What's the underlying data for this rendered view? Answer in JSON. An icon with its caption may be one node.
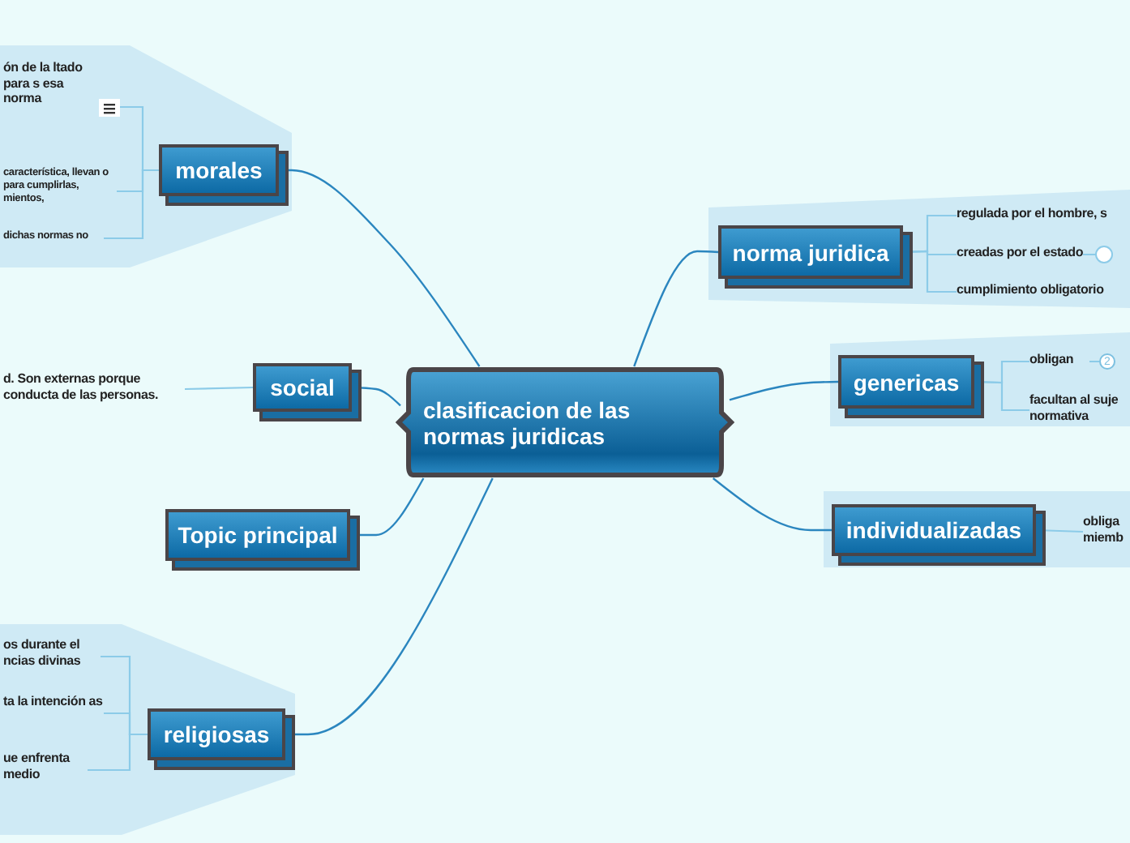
{
  "diagram": {
    "nodes": [
      {
        "text": [
          "clasificacion de las normas juridicas"
        ]
      },
      {
        "text": [
          "morales"
        ]
      },
      {
        "text": [
          "social"
        ]
      },
      {
        "text": [
          "Topic principal"
        ]
      },
      {
        "text": [
          "religiosas"
        ]
      },
      {
        "text": [
          "norma juridica"
        ]
      },
      {
        "text": [
          "genericas"
        ]
      },
      {
        "text": [
          "individualizadas"
        ]
      },
      {
        "text": [
          "ón de la ltado para s esa norma"
        ]
      },
      {
        "text": [
          "característica, llevan o para cumplirlas, mientos,"
        ]
      },
      {
        "text": [
          "dichas normas no"
        ]
      },
      {
        "text": [
          "d. Son externas porque conducta de las personas."
        ]
      },
      {
        "text": [
          "os durante el ncias divinas"
        ]
      },
      {
        "text": [
          "ta la intención as"
        ]
      },
      {
        "text": [
          "ue enfrenta medio"
        ]
      },
      {
        "text": [
          "regulada por el hombre, s"
        ]
      },
      {
        "text": [
          "creadas por el estado"
        ]
      },
      {
        "text": [
          "cumplimiento obligatorio"
        ]
      },
      {
        "text": [
          "obligan"
        ]
      },
      {
        "text": [
          "facultan al suje normativa"
        ]
      },
      {
        "text": [
          "obliga miemb"
        ]
      }
    ],
    "edges": [
      {
        "from": 0,
        "to": 1,
        "arrow": "none",
        "color": "#2b86bf"
      },
      {
        "from": 0,
        "to": 2,
        "arrow": "none",
        "color": "#2b86bf"
      },
      {
        "from": 0,
        "to": 3,
        "arrow": "none",
        "color": "#2b86bf"
      },
      {
        "from": 0,
        "to": 4,
        "arrow": "none",
        "color": "#2b86bf"
      },
      {
        "from": 0,
        "to": 5,
        "arrow": "none",
        "color": "#2b86bf"
      },
      {
        "from": 0,
        "to": 6,
        "arrow": "none",
        "color": "#2b86bf"
      },
      {
        "from": 0,
        "to": 7,
        "arrow": "none",
        "color": "#2b86bf"
      },
      {
        "from": 1,
        "to": 8,
        "arrow": "none"
      },
      {
        "from": 1,
        "to": 9,
        "arrow": "none"
      },
      {
        "from": 1,
        "to": 10,
        "arrow": "none"
      },
      {
        "from": 2,
        "to": 11,
        "arrow": "none"
      },
      {
        "from": 4,
        "to": 12,
        "arrow": "none"
      },
      {
        "from": 4,
        "to": 13,
        "arrow": "none"
      },
      {
        "from": 4,
        "to": 14,
        "arrow": "none"
      },
      {
        "from": 5,
        "to": 15,
        "arrow": "none"
      },
      {
        "from": 5,
        "to": 16,
        "arrow": "none"
      },
      {
        "from": 5,
        "to": 17,
        "arrow": "none"
      },
      {
        "from": 6,
        "to": 18,
        "arrow": "none"
      },
      {
        "from": 6,
        "to": 19,
        "arrow": "none"
      },
      {
        "from": 7,
        "to": 20,
        "arrow": "none"
      }
    ],
    "labels": [
      "2"
    ]
  }
}
